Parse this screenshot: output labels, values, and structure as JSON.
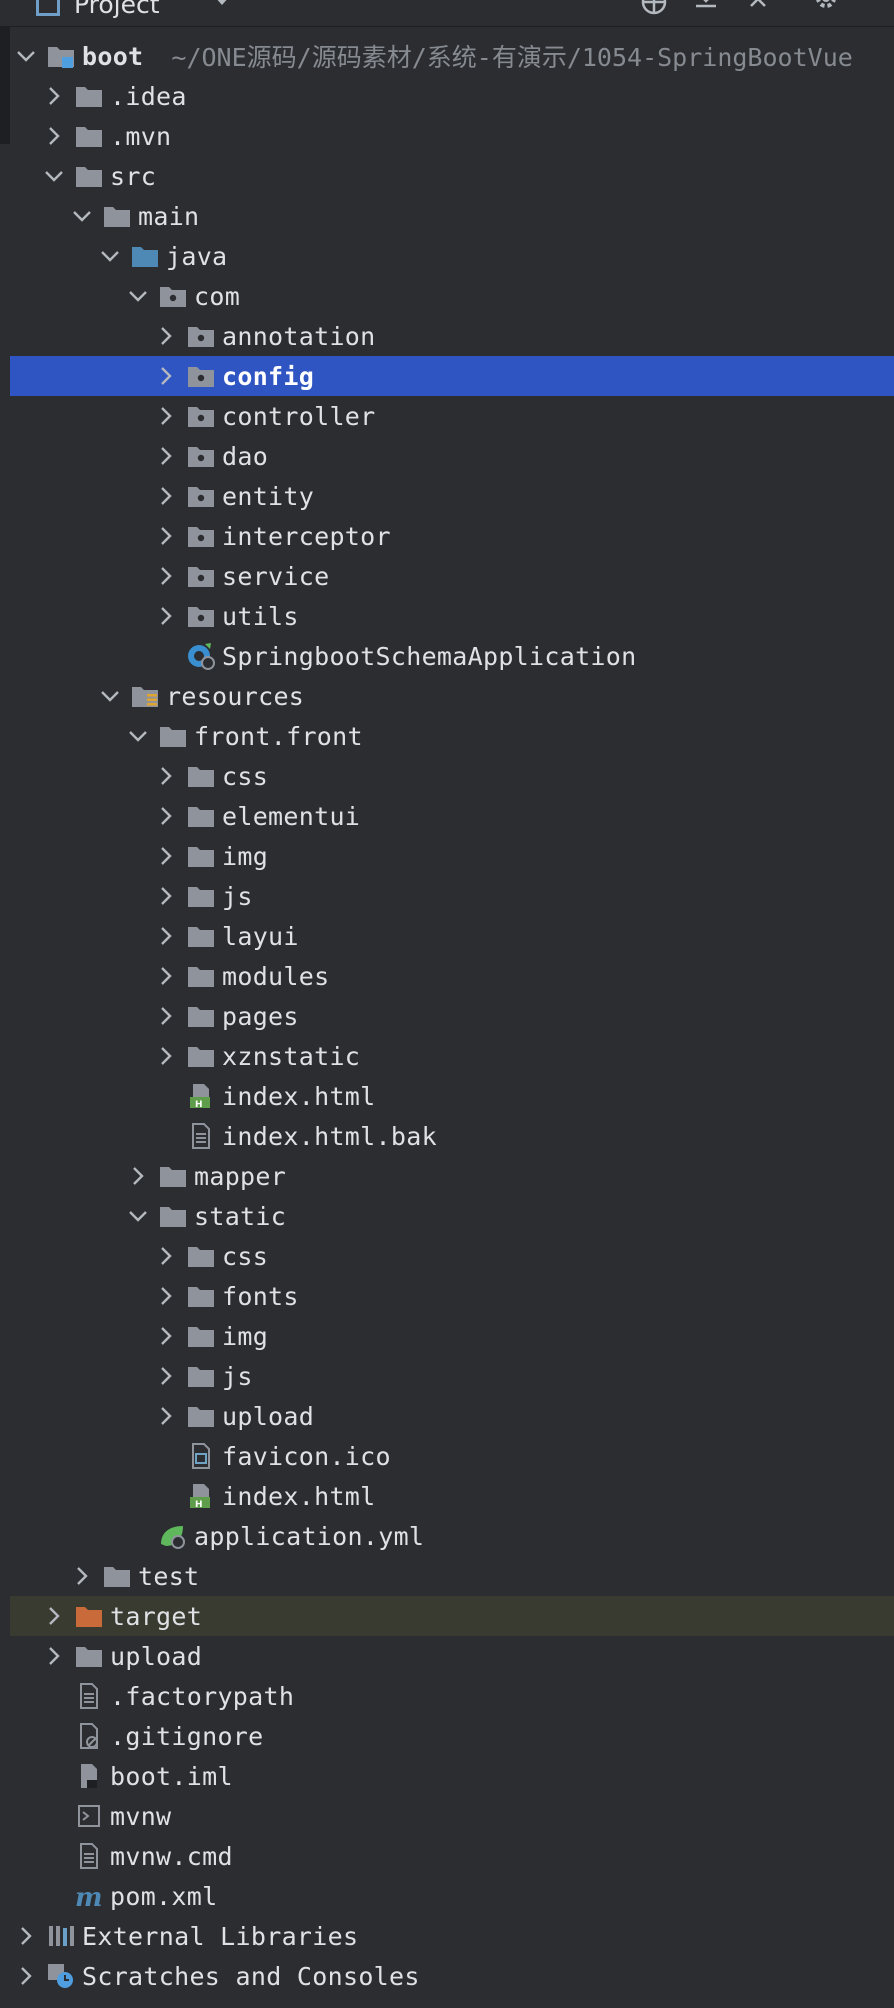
{
  "header": {
    "title": "Project",
    "icons": [
      "locate-icon",
      "expand-all-icon",
      "collapse-all-icon",
      "gear-icon",
      "hide-icon"
    ]
  },
  "tree": [
    {
      "label": "boot",
      "path": "~/ONE源码/源码素材/系统-有演示/1054-SpringBootVue",
      "icon": "module-folder",
      "level": 0,
      "chev": "down",
      "bold": true
    },
    {
      "label": ".idea",
      "icon": "folder",
      "level": 1,
      "chev": "right"
    },
    {
      "label": ".mvn",
      "icon": "folder",
      "level": 1,
      "chev": "right"
    },
    {
      "label": "src",
      "icon": "folder",
      "level": 1,
      "chev": "down"
    },
    {
      "label": "main",
      "icon": "folder",
      "level": 2,
      "chev": "down"
    },
    {
      "label": "java",
      "icon": "source-folder",
      "level": 3,
      "chev": "down"
    },
    {
      "label": "com",
      "icon": "package",
      "level": 4,
      "chev": "down"
    },
    {
      "label": "annotation",
      "icon": "package",
      "level": 5,
      "chev": "right"
    },
    {
      "label": "config",
      "icon": "package",
      "level": 5,
      "chev": "right",
      "selected": true
    },
    {
      "label": "controller",
      "icon": "package",
      "level": 5,
      "chev": "right"
    },
    {
      "label": "dao",
      "icon": "package",
      "level": 5,
      "chev": "right"
    },
    {
      "label": "entity",
      "icon": "package",
      "level": 5,
      "chev": "right"
    },
    {
      "label": "interceptor",
      "icon": "package",
      "level": 5,
      "chev": "right"
    },
    {
      "label": "service",
      "icon": "package",
      "level": 5,
      "chev": "right"
    },
    {
      "label": "utils",
      "icon": "package",
      "level": 5,
      "chev": "right"
    },
    {
      "label": "SpringbootSchemaApplication",
      "icon": "spring-app",
      "level": 5,
      "chev": "none"
    },
    {
      "label": "resources",
      "icon": "resources-folder",
      "level": 3,
      "chev": "down"
    },
    {
      "label": "front.front",
      "icon": "folder",
      "level": 4,
      "chev": "down"
    },
    {
      "label": "css",
      "icon": "folder",
      "level": 5,
      "chev": "right"
    },
    {
      "label": "elementui",
      "icon": "folder",
      "level": 5,
      "chev": "right"
    },
    {
      "label": "img",
      "icon": "folder",
      "level": 5,
      "chev": "right"
    },
    {
      "label": "js",
      "icon": "folder",
      "level": 5,
      "chev": "right"
    },
    {
      "label": "layui",
      "icon": "folder",
      "level": 5,
      "chev": "right"
    },
    {
      "label": "modules",
      "icon": "folder",
      "level": 5,
      "chev": "right"
    },
    {
      "label": "pages",
      "icon": "folder",
      "level": 5,
      "chev": "right"
    },
    {
      "label": "xznstatic",
      "icon": "folder",
      "level": 5,
      "chev": "right"
    },
    {
      "label": "index.html",
      "icon": "html-file",
      "level": 5,
      "chev": "none"
    },
    {
      "label": "index.html.bak",
      "icon": "text-file",
      "level": 5,
      "chev": "none"
    },
    {
      "label": "mapper",
      "icon": "folder",
      "level": 4,
      "chev": "right"
    },
    {
      "label": "static",
      "icon": "folder",
      "level": 4,
      "chev": "down"
    },
    {
      "label": "css",
      "icon": "folder",
      "level": 5,
      "chev": "right"
    },
    {
      "label": "fonts",
      "icon": "folder",
      "level": 5,
      "chev": "right"
    },
    {
      "label": "img",
      "icon": "folder",
      "level": 5,
      "chev": "right"
    },
    {
      "label": "js",
      "icon": "folder",
      "level": 5,
      "chev": "right"
    },
    {
      "label": "upload",
      "icon": "folder",
      "level": 5,
      "chev": "right"
    },
    {
      "label": "favicon.ico",
      "icon": "image-file",
      "level": 5,
      "chev": "none"
    },
    {
      "label": "index.html",
      "icon": "html-file",
      "level": 5,
      "chev": "none"
    },
    {
      "label": "application.yml",
      "icon": "spring-config",
      "level": 4,
      "chev": "none"
    },
    {
      "label": "test",
      "icon": "folder",
      "level": 2,
      "chev": "right"
    },
    {
      "label": "target",
      "icon": "excluded-folder",
      "level": 1,
      "chev": "right",
      "highlighted": true
    },
    {
      "label": "upload",
      "icon": "folder",
      "level": 1,
      "chev": "right"
    },
    {
      "label": ".factorypath",
      "icon": "text-file",
      "level": 1,
      "chev": "none"
    },
    {
      "label": ".gitignore",
      "icon": "ignore-file",
      "level": 1,
      "chev": "none"
    },
    {
      "label": "boot.iml",
      "icon": "iml-file",
      "level": 1,
      "chev": "none"
    },
    {
      "label": "mvnw",
      "icon": "shell-file",
      "level": 1,
      "chev": "none"
    },
    {
      "label": "mvnw.cmd",
      "icon": "text-file",
      "level": 1,
      "chev": "none"
    },
    {
      "label": "pom.xml",
      "icon": "maven-file",
      "level": 1,
      "chev": "none"
    },
    {
      "label": "External Libraries",
      "icon": "libraries",
      "level": 0,
      "chev": "right"
    },
    {
      "label": "Scratches and Consoles",
      "icon": "scratches",
      "level": 0,
      "chev": "right"
    }
  ]
}
